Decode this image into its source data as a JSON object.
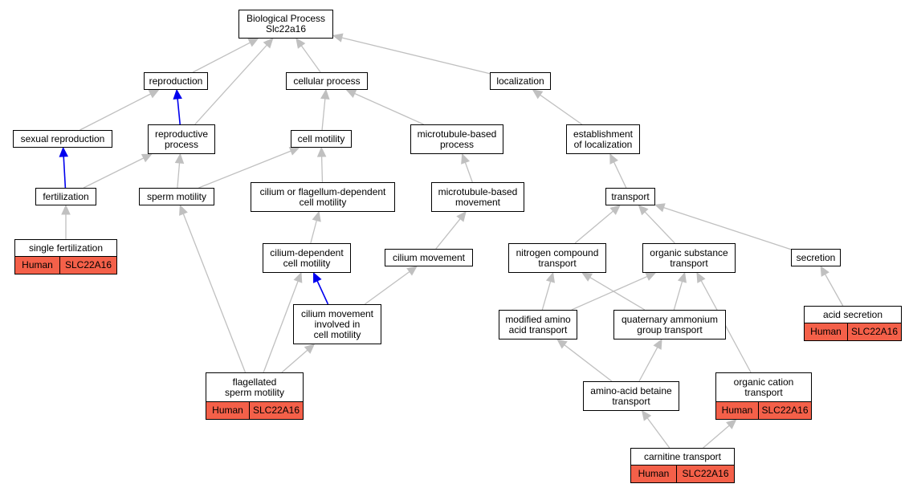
{
  "title": "Biological Process\nSlc22a16",
  "colors": {
    "edge": "#c0c0c0",
    "part_of": "#0000ee",
    "gene_fill": "#f46049"
  },
  "nodes": [
    {
      "id": "root",
      "label": "Biological Process\nSlc22a16"
    },
    {
      "id": "reproduction",
      "label": "reproduction"
    },
    {
      "id": "cellular_process",
      "label": "cellular process"
    },
    {
      "id": "localization",
      "label": "localization"
    },
    {
      "id": "sexual_reproduction",
      "label": "sexual reproduction"
    },
    {
      "id": "reproductive_process",
      "label": "reproductive\nprocess"
    },
    {
      "id": "cell_motility",
      "label": "cell motility"
    },
    {
      "id": "microtubule_based_process",
      "label": "microtubule-based\nprocess"
    },
    {
      "id": "establishment_of_localization",
      "label": "establishment\nof localization"
    },
    {
      "id": "fertilization",
      "label": "fertilization"
    },
    {
      "id": "sperm_motility",
      "label": "sperm motility"
    },
    {
      "id": "cilium_or_flagellum_dependent",
      "label": "cilium or flagellum-dependent\ncell motility"
    },
    {
      "id": "microtubule_based_movement",
      "label": "microtubule-based\nmovement"
    },
    {
      "id": "transport",
      "label": "transport"
    },
    {
      "id": "single_fertilization",
      "label": "single fertilization",
      "gene": {
        "species": "Human",
        "symbol": "SLC22A16"
      }
    },
    {
      "id": "cilium_dependent",
      "label": "cilium-dependent\ncell motility"
    },
    {
      "id": "cilium_movement",
      "label": "cilium movement"
    },
    {
      "id": "nitrogen_compound_transport",
      "label": "nitrogen compound\ntransport"
    },
    {
      "id": "organic_substance_transport",
      "label": "organic substance\ntransport"
    },
    {
      "id": "secretion",
      "label": "secretion"
    },
    {
      "id": "cilium_movement_involved",
      "label": "cilium movement\ninvolved in\ncell motility"
    },
    {
      "id": "modified_amino_acid_transport",
      "label": "modified amino\nacid transport"
    },
    {
      "id": "quaternary_ammonium",
      "label": "quaternary ammonium\ngroup transport"
    },
    {
      "id": "acid_secretion",
      "label": "acid secretion",
      "gene": {
        "species": "Human",
        "symbol": "SLC22A16"
      }
    },
    {
      "id": "flagellated_sperm_motility",
      "label": "flagellated\nsperm motility",
      "gene": {
        "species": "Human",
        "symbol": "SLC22A16"
      }
    },
    {
      "id": "amino_acid_betaine_transport",
      "label": "amino-acid betaine\ntransport"
    },
    {
      "id": "organic_cation_transport",
      "label": "organic cation\ntransport",
      "gene": {
        "species": "Human",
        "symbol": "SLC22A16"
      }
    },
    {
      "id": "carnitine_transport",
      "label": "carnitine transport",
      "gene": {
        "species": "Human",
        "symbol": "SLC22A16"
      }
    }
  ],
  "edges": [
    {
      "from": "reproduction",
      "to": "root",
      "type": "is_a"
    },
    {
      "from": "cellular_process",
      "to": "root",
      "type": "is_a"
    },
    {
      "from": "localization",
      "to": "root",
      "type": "is_a"
    },
    {
      "from": "reproductive_process",
      "to": "root",
      "type": "is_a"
    },
    {
      "from": "reproductive_process",
      "to": "reproduction",
      "type": "part_of"
    },
    {
      "from": "sexual_reproduction",
      "to": "reproduction",
      "type": "is_a"
    },
    {
      "from": "cell_motility",
      "to": "cellular_process",
      "type": "is_a"
    },
    {
      "from": "microtubule_based_process",
      "to": "cellular_process",
      "type": "is_a"
    },
    {
      "from": "establishment_of_localization",
      "to": "localization",
      "type": "is_a"
    },
    {
      "from": "fertilization",
      "to": "sexual_reproduction",
      "type": "part_of"
    },
    {
      "from": "fertilization",
      "to": "reproductive_process",
      "type": "is_a"
    },
    {
      "from": "sperm_motility",
      "to": "reproductive_process",
      "type": "is_a"
    },
    {
      "from": "sperm_motility",
      "to": "cell_motility",
      "type": "is_a"
    },
    {
      "from": "cilium_or_flagellum_dependent",
      "to": "cell_motility",
      "type": "is_a"
    },
    {
      "from": "microtubule_based_movement",
      "to": "microtubule_based_process",
      "type": "is_a"
    },
    {
      "from": "transport",
      "to": "establishment_of_localization",
      "type": "is_a"
    },
    {
      "from": "single_fertilization",
      "to": "fertilization",
      "type": "is_a"
    },
    {
      "from": "cilium_dependent",
      "to": "cilium_or_flagellum_dependent",
      "type": "is_a"
    },
    {
      "from": "cilium_movement",
      "to": "microtubule_based_movement",
      "type": "is_a"
    },
    {
      "from": "cilium_movement_involved",
      "to": "cilium_dependent",
      "type": "part_of"
    },
    {
      "from": "cilium_movement_involved",
      "to": "cilium_movement",
      "type": "is_a"
    },
    {
      "from": "nitrogen_compound_transport",
      "to": "transport",
      "type": "is_a"
    },
    {
      "from": "organic_substance_transport",
      "to": "transport",
      "type": "is_a"
    },
    {
      "from": "secretion",
      "to": "transport",
      "type": "is_a"
    },
    {
      "from": "modified_amino_acid_transport",
      "to": "nitrogen_compound_transport",
      "type": "is_a"
    },
    {
      "from": "modified_amino_acid_transport",
      "to": "organic_substance_transport",
      "type": "is_a"
    },
    {
      "from": "quaternary_ammonium",
      "to": "nitrogen_compound_transport",
      "type": "is_a"
    },
    {
      "from": "quaternary_ammonium",
      "to": "organic_substance_transport",
      "type": "is_a"
    },
    {
      "from": "acid_secretion",
      "to": "secretion",
      "type": "is_a"
    },
    {
      "from": "organic_cation_transport",
      "to": "organic_substance_transport",
      "type": "is_a"
    },
    {
      "from": "flagellated_sperm_motility",
      "to": "sperm_motility",
      "type": "is_a"
    },
    {
      "from": "flagellated_sperm_motility",
      "to": "cilium_dependent",
      "type": "is_a"
    },
    {
      "from": "flagellated_sperm_motility",
      "to": "cilium_movement_involved",
      "type": "is_a"
    },
    {
      "from": "amino_acid_betaine_transport",
      "to": "modified_amino_acid_transport",
      "type": "is_a"
    },
    {
      "from": "amino_acid_betaine_transport",
      "to": "quaternary_ammonium",
      "type": "is_a"
    },
    {
      "from": "carnitine_transport",
      "to": "amino_acid_betaine_transport",
      "type": "is_a"
    },
    {
      "from": "carnitine_transport",
      "to": "organic_cation_transport",
      "type": "is_a"
    }
  ]
}
